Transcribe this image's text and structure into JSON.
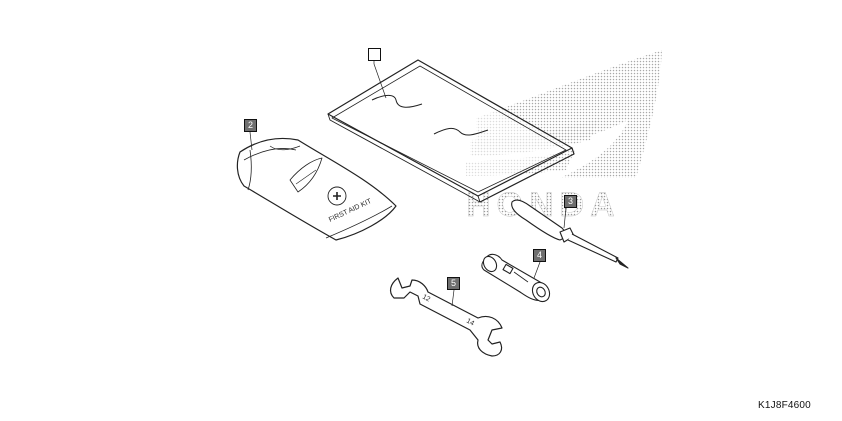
{
  "callouts": {
    "manual": "",
    "first_aid_kit": "2",
    "screwdriver": "3",
    "plug_wrench": "4",
    "open_end_wrench": "5"
  },
  "kit_label": "FIRST AID KIT",
  "wrench_sizes": {
    "left": "12",
    "right": "14"
  },
  "watermark_text": "HONDA",
  "drawing_code": "K1J8F4600"
}
